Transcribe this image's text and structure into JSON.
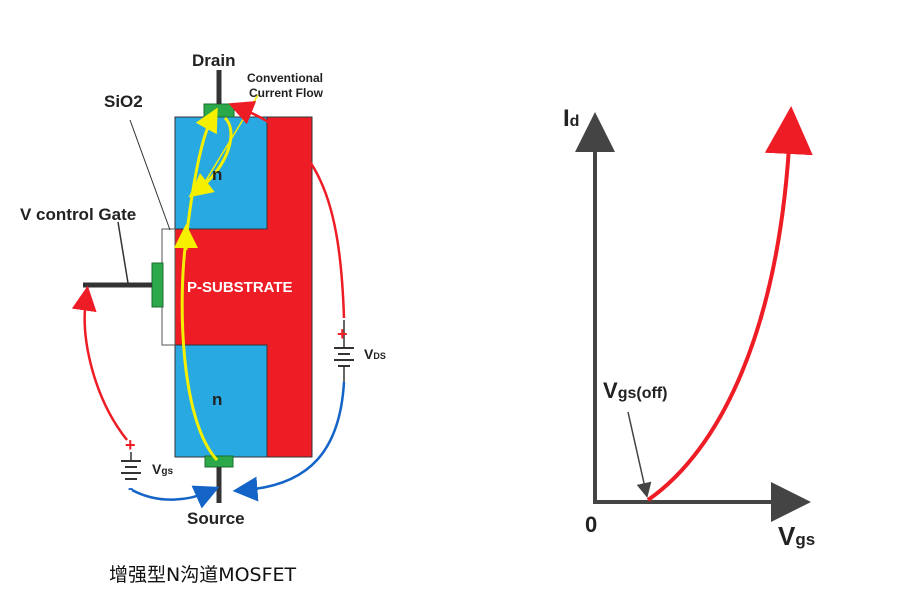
{
  "mosfet": {
    "drain": "Drain",
    "source": "Source",
    "sio2": "SiO2",
    "gate": "V control Gate",
    "substrate": "P-SUBSTRATE",
    "n_top": "n",
    "n_bottom": "n",
    "flow_line1": "Conventional",
    "flow_line2": "Current Flow",
    "vds_main": "V",
    "vds_sub": "DS",
    "vgs_main": "V",
    "vgs_sub": "gs",
    "plus": "+",
    "minus": "-"
  },
  "graph": {
    "y_main": "I",
    "y_sub": "d",
    "x_main": "V",
    "x_sub": "gs",
    "origin": "0",
    "threshold_main": "V",
    "threshold_sub": "gs(off)"
  },
  "caption": "增强型N沟道MOSFET",
  "colors": {
    "substrate": "#ee1c25",
    "n_region": "#29a9e1",
    "contact": "#2aa84a",
    "current_flow": "#f4f000",
    "vgs_loop": "#1464c8",
    "curve": "#ee1c25"
  }
}
